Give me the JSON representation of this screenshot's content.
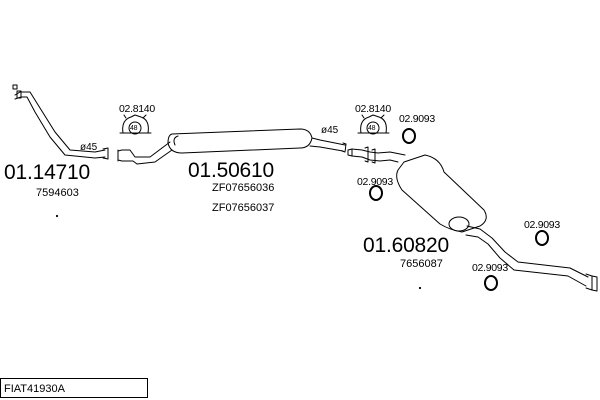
{
  "diagram_code": "FIAT41930A",
  "diameter_label": "ø45",
  "parts": {
    "front_pipe": {
      "number": "01.14710",
      "oe_ref": "7594603"
    },
    "middle_box": {
      "number": "01.50610",
      "oe_refs": [
        "ZF07656036",
        "ZF07656037"
      ]
    },
    "rear_box": {
      "number": "01.60820",
      "oe_ref": "7656087"
    }
  },
  "accessories": {
    "clamp_left": {
      "number": "02.8140",
      "badge": "48"
    },
    "clamp_right": {
      "number": "02.8140",
      "badge": "48"
    },
    "ring_1": "02.9093",
    "ring_2": "02.9093",
    "ring_3": "02.9093",
    "ring_4": "02.9093"
  },
  "colors": {
    "line": "#000000",
    "background": "#ffffff"
  }
}
